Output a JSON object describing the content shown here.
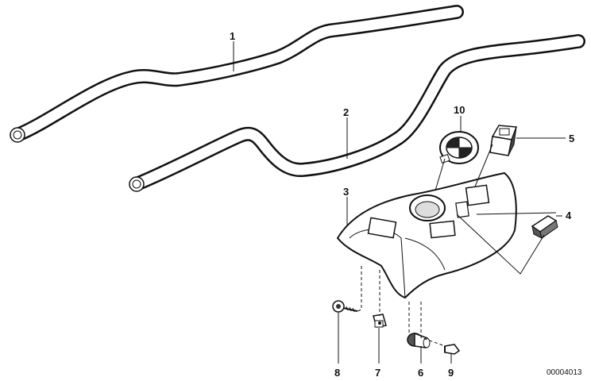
{
  "diagram": {
    "ref_code": "00004013",
    "parts": [
      {
        "id": "1",
        "label": "1"
      },
      {
        "id": "2",
        "label": "2"
      },
      {
        "id": "3",
        "label": "3"
      },
      {
        "id": "4",
        "label": "4"
      },
      {
        "id": "5",
        "label": "5"
      },
      {
        "id": "6",
        "label": "6"
      },
      {
        "id": "7",
        "label": "7"
      },
      {
        "id": "8",
        "label": "8"
      },
      {
        "id": "9",
        "label": "9"
      },
      {
        "id": "10",
        "label": "10"
      }
    ]
  }
}
